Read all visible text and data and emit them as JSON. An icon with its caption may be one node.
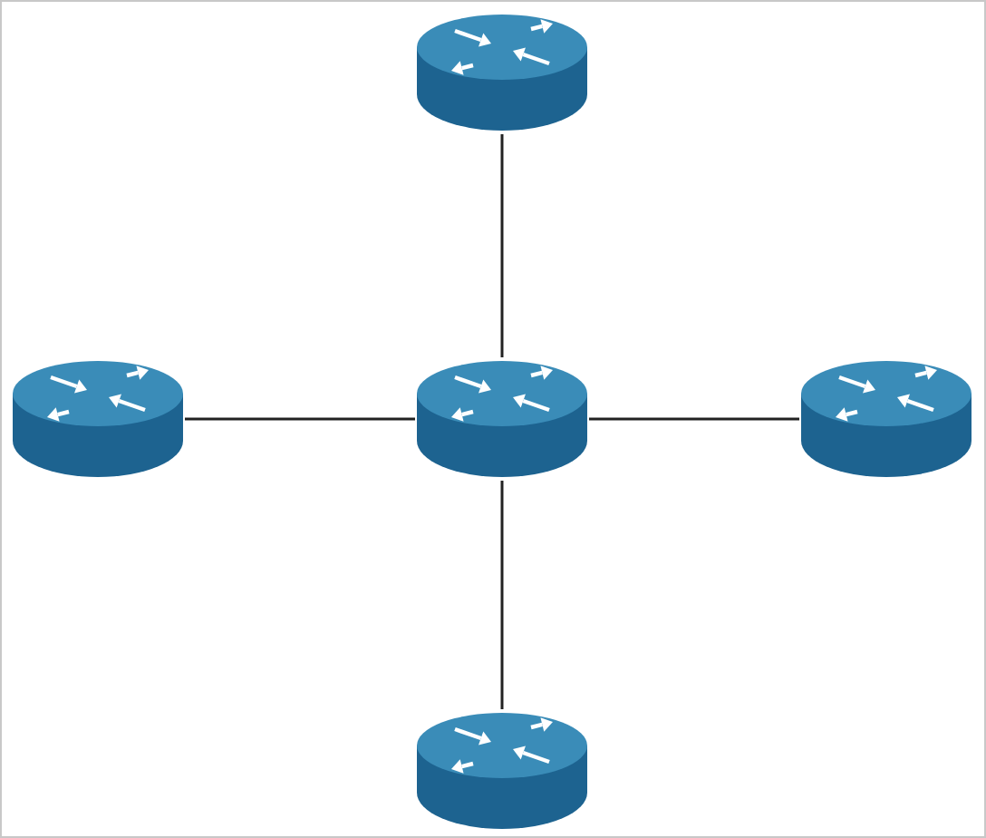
{
  "diagram": {
    "nodes": [
      {
        "text": [],
        "shape": "cylinder"
      },
      {
        "text": [],
        "shape": "cylinder"
      },
      {
        "text": [],
        "shape": "cylinder"
      },
      {
        "text": [],
        "shape": "cylinder"
      },
      {
        "text": [],
        "shape": "cylinder"
      }
    ],
    "edges": [
      {
        "from": 0,
        "to": 2,
        "arrow": "none"
      },
      {
        "from": 1,
        "to": 2,
        "arrow": "none"
      },
      {
        "from": 2,
        "to": 3,
        "arrow": "none"
      },
      {
        "from": 2,
        "to": 4,
        "arrow": "none"
      }
    ]
  }
}
